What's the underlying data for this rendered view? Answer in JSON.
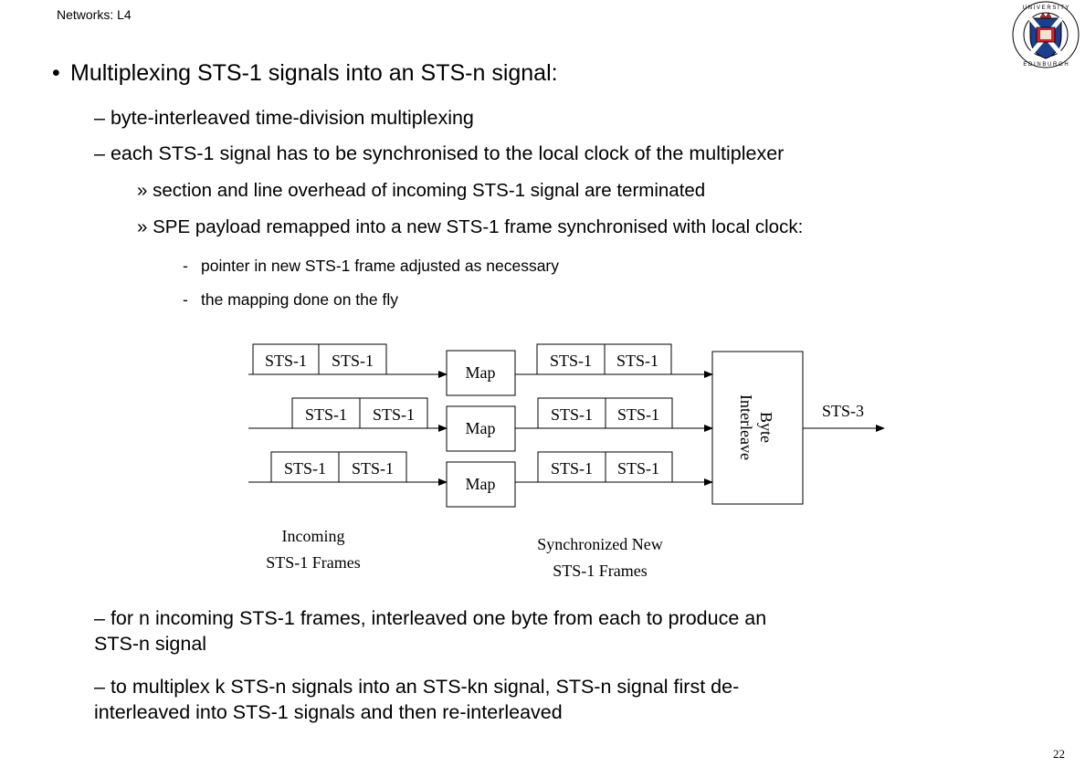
{
  "header": {
    "title": "Networks: L4"
  },
  "page_number": "22",
  "bullets": [
    {
      "marker": "•",
      "text": "Multiplexing STS-1 signals into an STS-n signal:"
    },
    {
      "marker": "–",
      "text": "byte-interleaved time-division multiplexing"
    },
    {
      "marker": "–",
      "text": "each STS-1 signal has to be synchronised to the local clock of the multiplexer"
    },
    {
      "marker": "»",
      "text": "section and line overhead of incoming STS-1 signal are terminated"
    },
    {
      "marker": "»",
      "text": "SPE payload remapped into a new STS-1 frame synchronised with local clock:"
    },
    {
      "marker": "-",
      "text": "pointer in new STS-1 frame adjusted as necessary"
    },
    {
      "marker": "-",
      "text": "the mapping done on the fly"
    },
    {
      "marker": "–",
      "text": "for n incoming STS-1 frames, interleaved one byte from each to produce an",
      "text2": "STS-n signal"
    },
    {
      "marker": "–",
      "text": "to multiplex k STS-n signals into an STS-kn signal, STS-n signal first de-",
      "text2": "interleaved into STS-1 signals and then re-interleaved"
    }
  ],
  "diagram": {
    "frame_label": "STS-1",
    "map_label": "Map",
    "interleaver_line1": "Byte",
    "interleaver_line2": "Interleave",
    "output_label": "STS-3",
    "incoming_caption_1": "Incoming",
    "incoming_caption_2": "STS-1 Frames",
    "sync_caption_1": "Synchronized New",
    "sync_caption_2": "STS-1 Frames"
  },
  "colors": {
    "logo_red": "#d9202e",
    "logo_blue": "#1b3f8f",
    "logo_pink": "#e0337a"
  }
}
